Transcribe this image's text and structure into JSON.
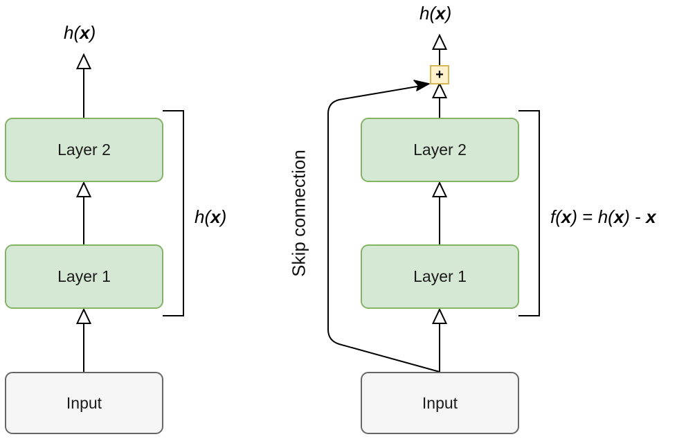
{
  "left_diagram": {
    "output_label": {
      "fn": "h",
      "open": "(",
      "var": "x",
      "close": ")"
    },
    "layer2_label": "Layer 2",
    "layer1_label": "Layer 1",
    "input_label": "Input",
    "bracket_label": {
      "fn": "h",
      "open": "(",
      "var": "x",
      "close": ")"
    }
  },
  "right_diagram": {
    "output_label": {
      "fn": "h",
      "open": "(",
      "var": "x",
      "close": ")"
    },
    "sum_symbol": "+",
    "layer2_label": "Layer 2",
    "layer1_label": "Layer 1",
    "input_label": "Input",
    "skip_label": "Skip connection",
    "bracket_label": {
      "fn1": "f",
      "open1": "(",
      "var1": "x",
      "close1": ")",
      "eq": " = ",
      "fn2": "h",
      "open2": "(",
      "var2": "x",
      "close2": ")",
      "minus": " - ",
      "var3": "x"
    }
  },
  "colors": {
    "layer_fill": "#d5e8d4",
    "layer_stroke": "#82b366",
    "input_fill": "#f5f5f5",
    "input_stroke": "#666666",
    "sum_fill": "#fff2cc",
    "sum_stroke": "#d6b656",
    "line": "#000000"
  },
  "icons": {
    "flow_arrow": "hollow-triangle-arrow-icon",
    "skip_arrow": "filled-arrowhead-icon",
    "bracket": "right-square-bracket-icon"
  }
}
